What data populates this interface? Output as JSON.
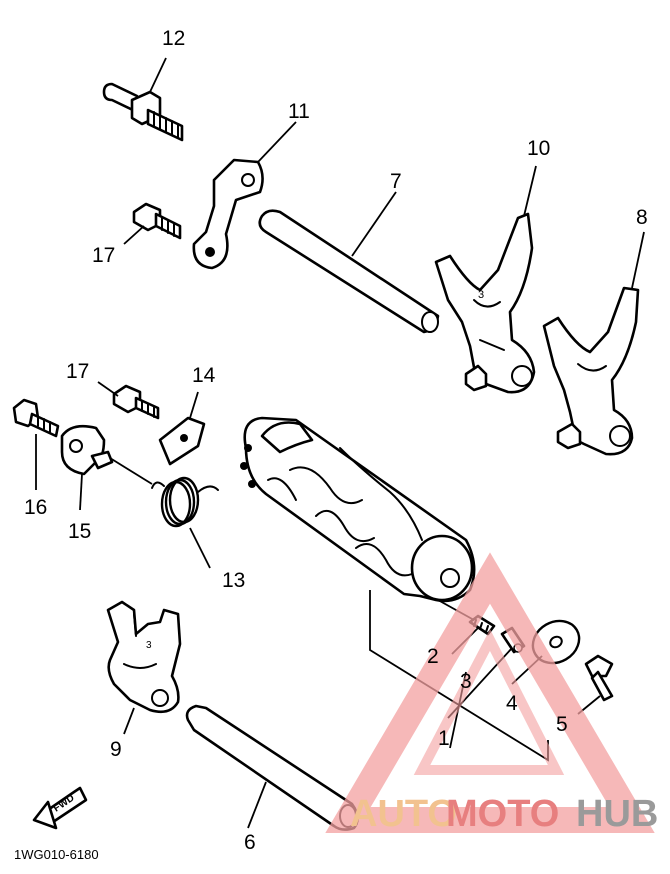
{
  "diagram": {
    "callouts": [
      "1",
      "2",
      "3",
      "4",
      "5",
      "6",
      "7",
      "8",
      "9",
      "10",
      "11",
      "12",
      "13",
      "14",
      "15",
      "16",
      "17",
      "17"
    ],
    "drawing_code": "1WG010-6180",
    "direction_badge": "FWD",
    "parts": [
      "shift-drum",
      "shift-fork-8",
      "shift-fork-9",
      "shift-fork-10",
      "fork-guide-bar-6",
      "fork-guide-bar-7",
      "stopper-plate-11",
      "stud-bolt-12",
      "torsion-spring-13",
      "plate-14",
      "stopper-lever-15",
      "bolt-16",
      "bolt-17a",
      "bolt-17b",
      "pin-2",
      "pin-3",
      "washer-4",
      "screw-5"
    ]
  },
  "watermark": {
    "word_auto": "AUTO",
    "word_moto": "MOTO",
    "word_hub": "HUB",
    "color_auto": "#f2c28f",
    "color_moto": "#e77f7f",
    "color_hub": "#9a9a9a"
  }
}
